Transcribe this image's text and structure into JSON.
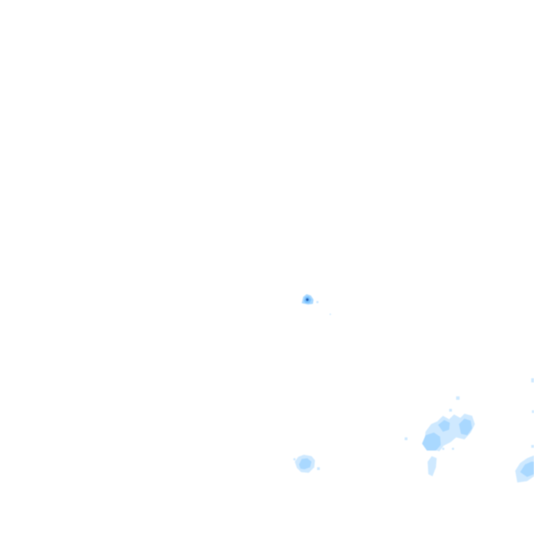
{
  "map": {
    "layer_type": "precipitation-radar-overlay",
    "background_color": "#ffffff",
    "palette": {
      "light": "#cfe9ff",
      "medium": "#a9d8ff",
      "strong": "#7cc4ff",
      "core": "#3a8fe0",
      "peak": "#1f5fb8"
    },
    "echo_cells": [
      {
        "name": "echo-cell-center"
      },
      {
        "name": "echo-cell-lower-center"
      },
      {
        "name": "echo-cell-lower-right"
      },
      {
        "name": "echo-cell-edge-right"
      }
    ]
  }
}
